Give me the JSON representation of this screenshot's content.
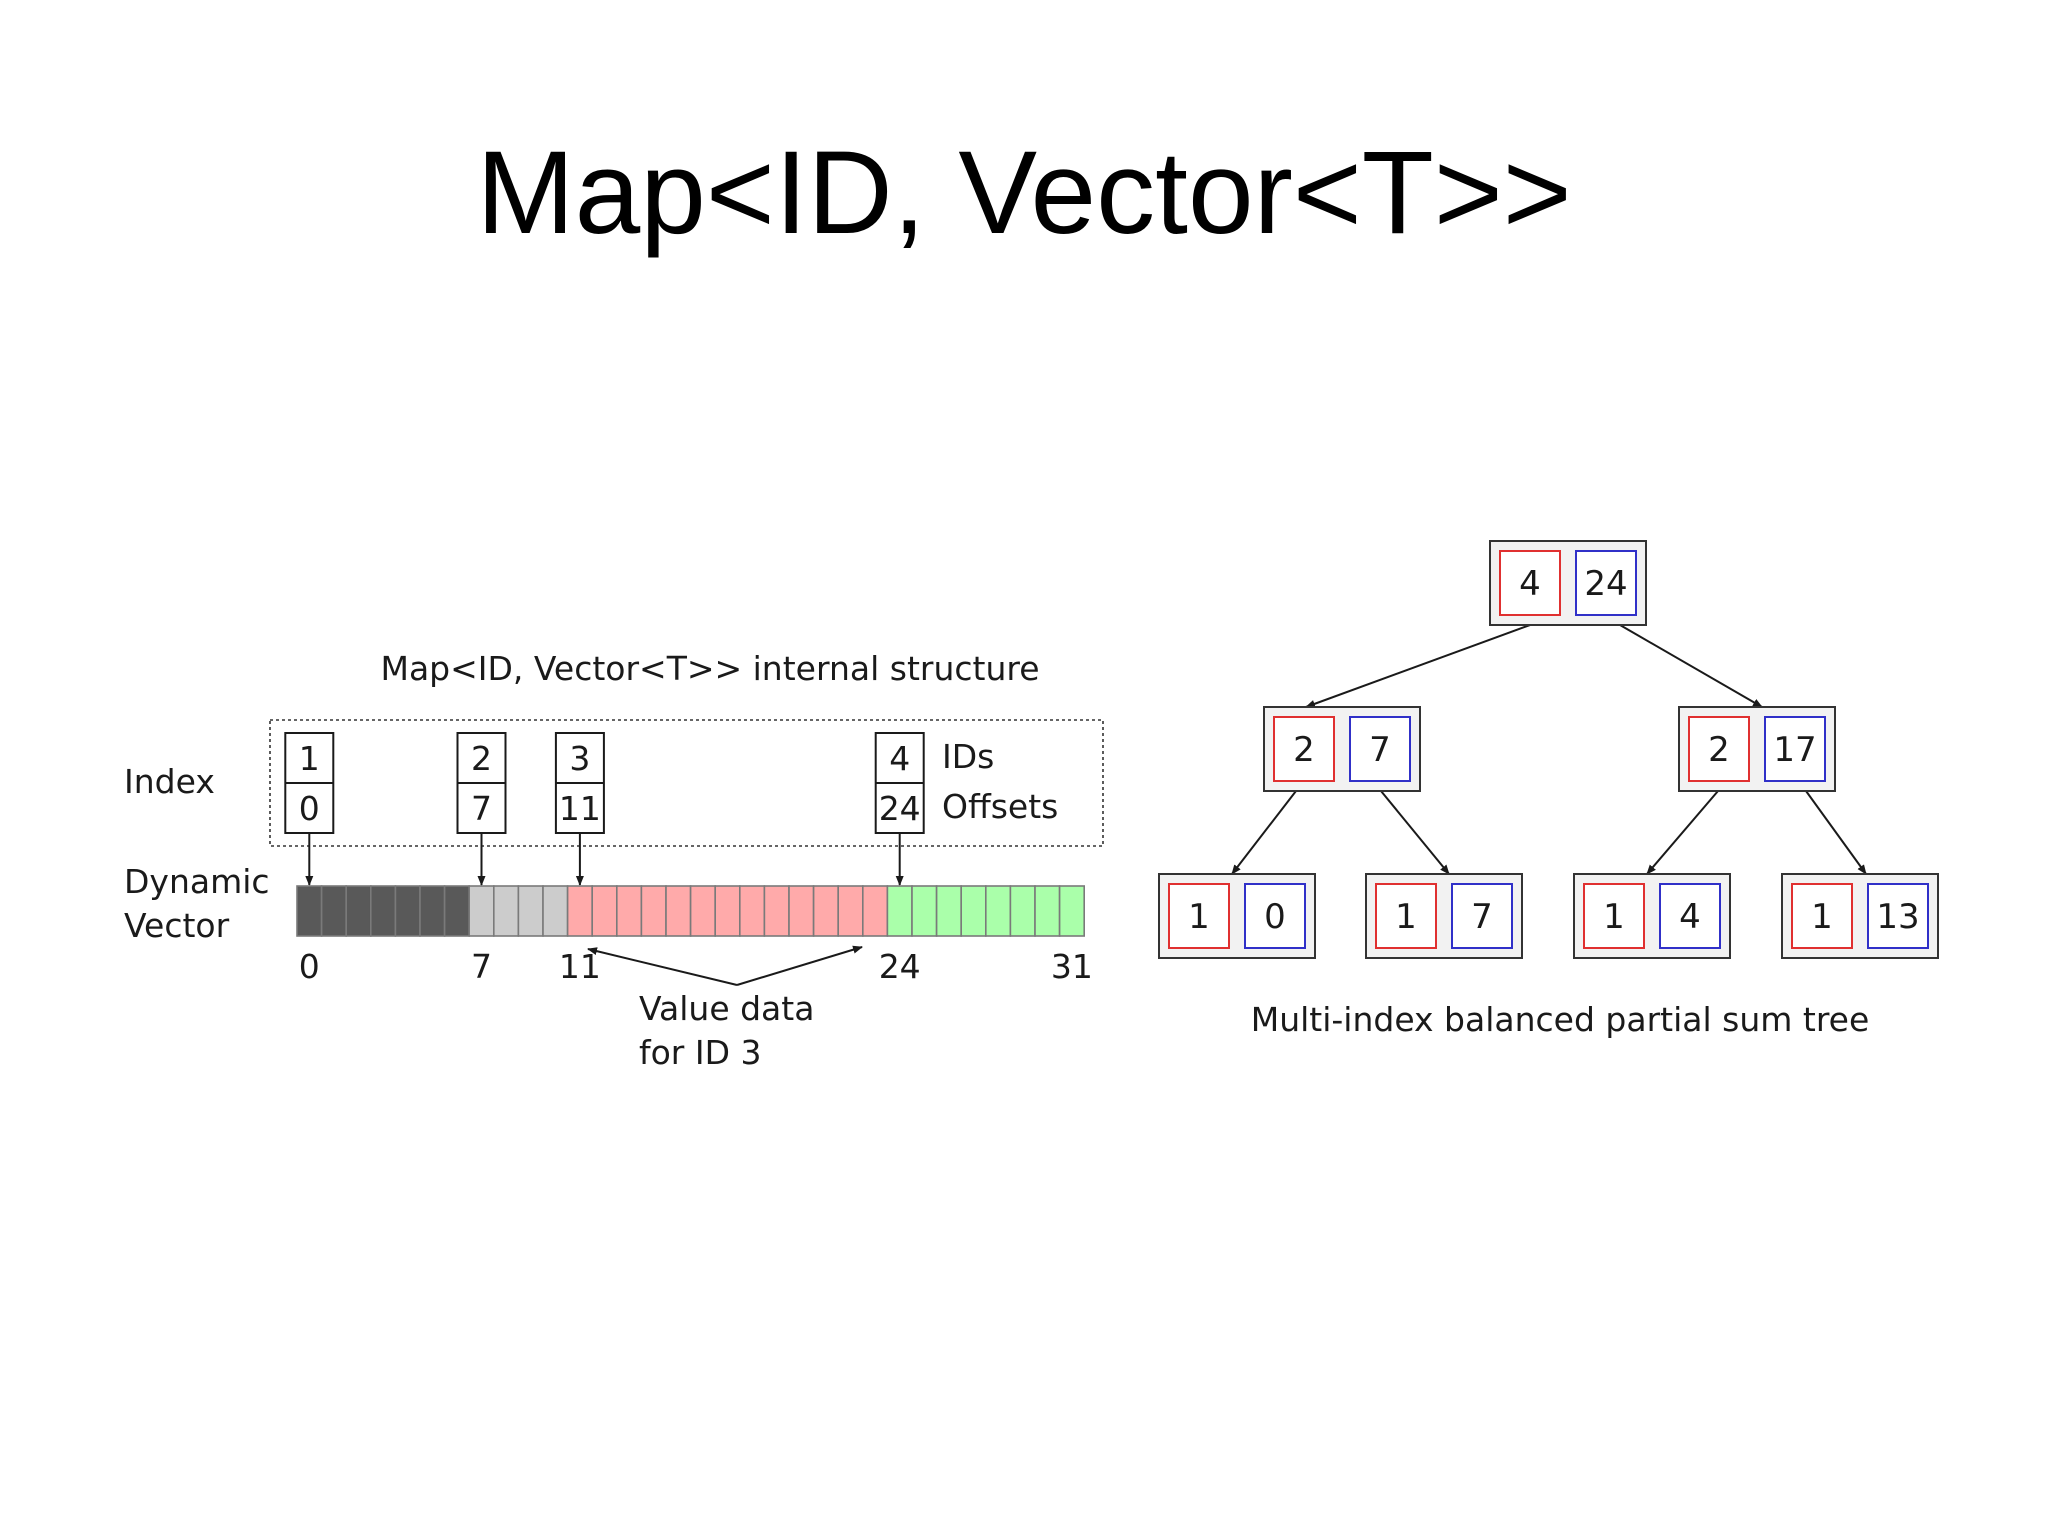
{
  "slide": {
    "title": "Map<ID, Vector<T>>"
  },
  "left": {
    "caption": "Map<ID, Vector<T>> internal structure",
    "index_label": "Index",
    "ids_label": "IDs",
    "offsets_label": "Offsets",
    "vector_label_line1": "Dynamic",
    "vector_label_line2": "Vector",
    "entries": [
      {
        "id": "1",
        "offset": "0"
      },
      {
        "id": "2",
        "offset": "7"
      },
      {
        "id": "3",
        "offset": "11"
      },
      {
        "id": "4",
        "offset": "24"
      }
    ],
    "vector_length": 32,
    "segment_colors": [
      "#595959",
      "#cccccc",
      "#ffaaaa",
      "#aaffaa"
    ],
    "ticks": [
      "0",
      "7",
      "11",
      "24",
      "31"
    ],
    "annotation_line1": "Value data",
    "annotation_line2": "for ID 3"
  },
  "tree": {
    "caption": "Multi-index balanced partial sum tree",
    "root": {
      "a": "4",
      "b": "24"
    },
    "level1": [
      {
        "a": "2",
        "b": "7"
      },
      {
        "a": "2",
        "b": "17"
      }
    ],
    "leaves": [
      {
        "a": "1",
        "b": "0"
      },
      {
        "a": "1",
        "b": "7"
      },
      {
        "a": "1",
        "b": "4"
      },
      {
        "a": "1",
        "b": "13"
      }
    ],
    "colors": {
      "left_box": "#e03030",
      "right_box": "#3030c8"
    }
  }
}
